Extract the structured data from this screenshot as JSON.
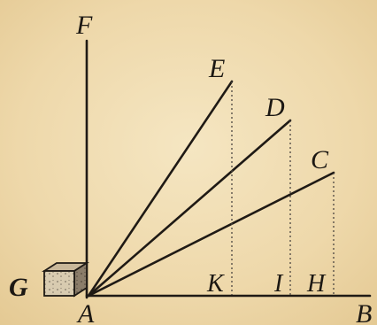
{
  "figure": {
    "background_color": "#efdcb1",
    "ink_color": "#1f1a15",
    "labels": {
      "F": "F",
      "E": "E",
      "D": "D",
      "C": "C",
      "G": "G",
      "K": "K",
      "I": "I",
      "H": "H",
      "A": "A",
      "B": "B"
    }
  }
}
